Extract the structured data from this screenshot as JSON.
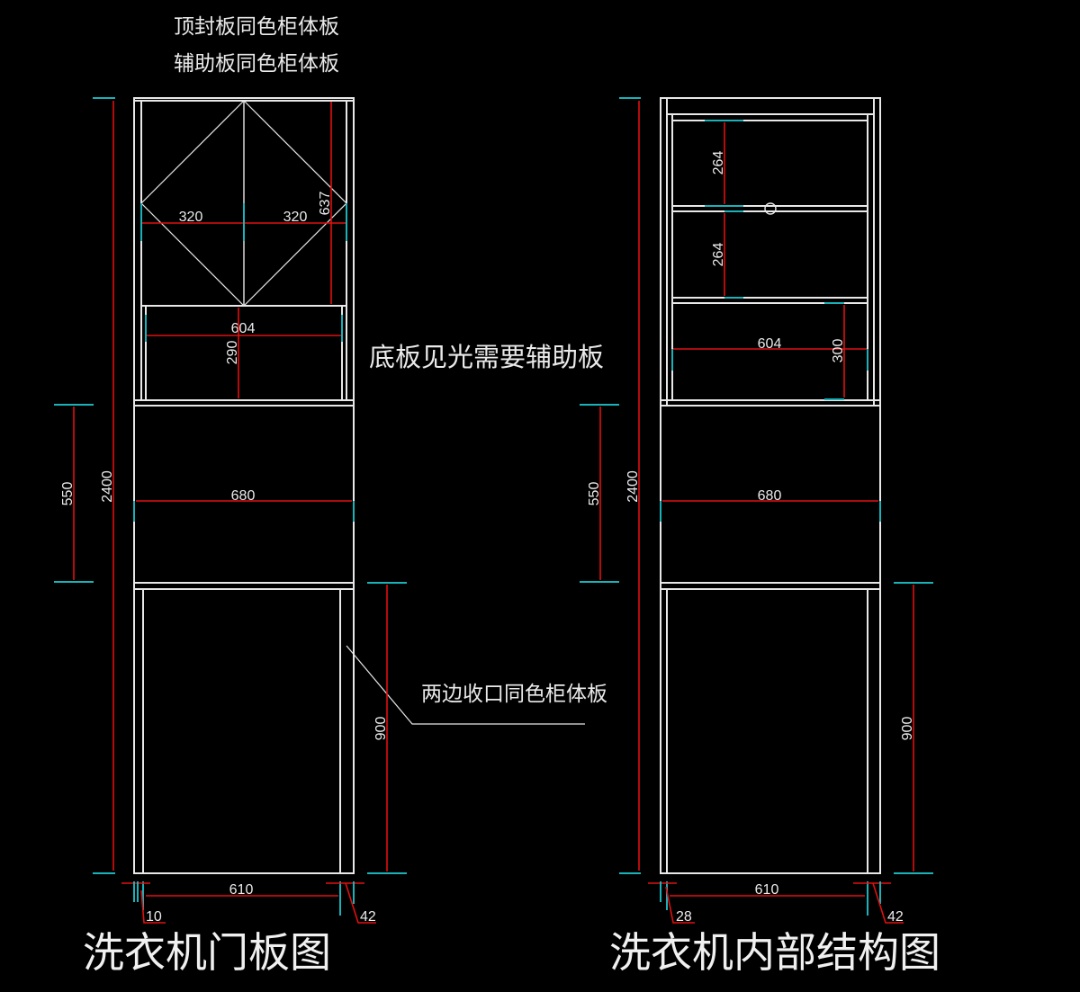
{
  "notes": {
    "top_panel": "顶封板同色柜体板",
    "aux_panel": "辅助板同色柜体板",
    "bottom_visible": "底板见光需要辅助板",
    "side_trim": "两边收口同色柜体板"
  },
  "titles": {
    "left": "洗衣机门板图",
    "right": "洗衣机内部结构图"
  },
  "left_dims": {
    "total_height": "2400",
    "drawer_height": "550",
    "door_width_a": "320",
    "door_width_b": "320",
    "door_height": "637",
    "niche_width": "604",
    "niche_height": "290",
    "drawer_width": "680",
    "bottom_height": "900",
    "bottom_width": "610",
    "left_trim": "10",
    "right_trim": "42"
  },
  "right_dims": {
    "total_height": "2400",
    "drawer_height": "550",
    "shelf_a": "264",
    "shelf_b": "264",
    "niche_width": "604",
    "niche_height": "300",
    "drawer_width": "680",
    "bottom_height": "900",
    "bottom_width": "610",
    "left_trim": "28",
    "right_trim": "42"
  },
  "colors": {
    "line": "#e8e8e8",
    "dimension": "#e01010",
    "extension": "#19b2b8"
  }
}
